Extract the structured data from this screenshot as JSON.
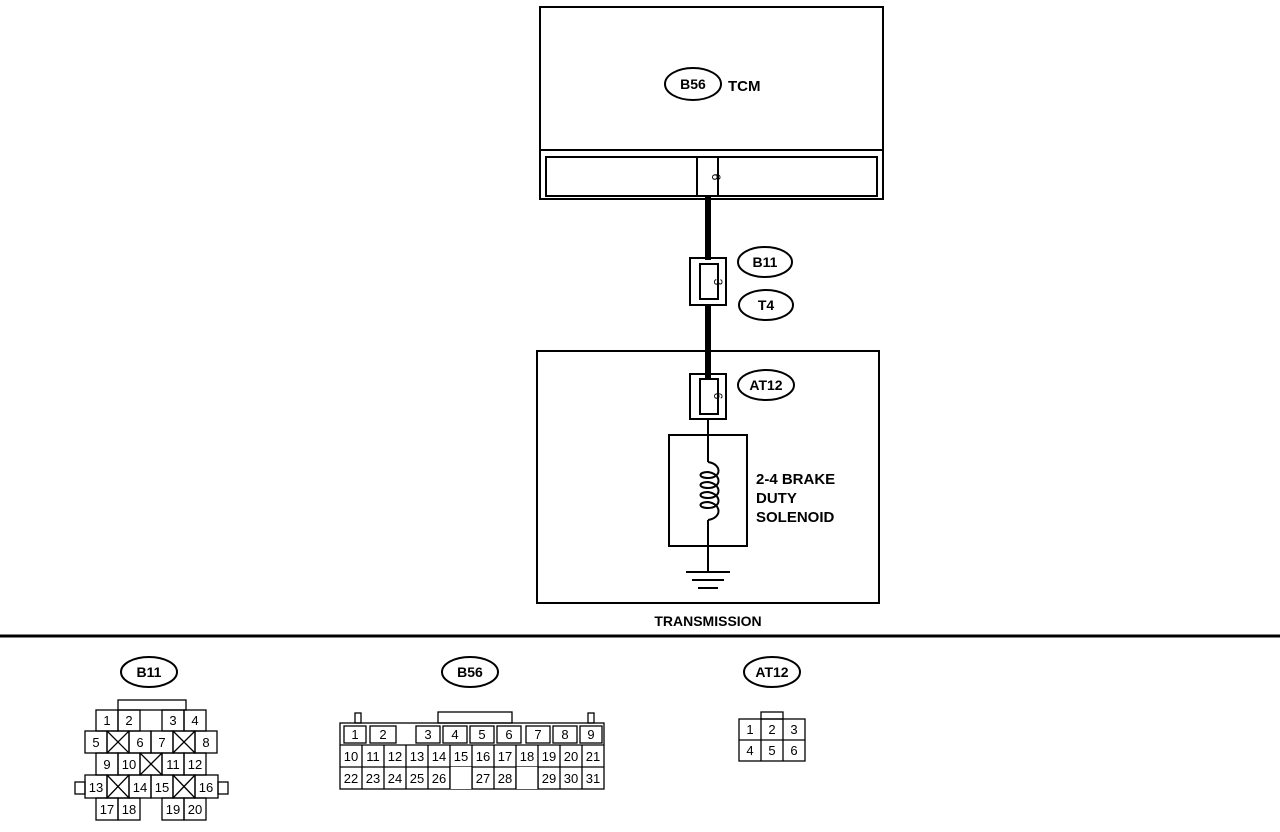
{
  "tcm": {
    "connector": "B56",
    "name": "TCM",
    "pin": "6"
  },
  "harness": {
    "connector_top": "B11",
    "connector_bottom": "T4",
    "pin": "3"
  },
  "solenoid": {
    "connector": "AT12",
    "pin": "6",
    "label_lines": [
      "2-4 BRAKE",
      "DUTY",
      "SOLENOID"
    ]
  },
  "transmission_label": "TRANSMISSION",
  "connector_views": {
    "b11": {
      "title": "B11",
      "rows": [
        [
          "1",
          "2",
          "3",
          "4"
        ],
        [
          "5",
          "6",
          "7",
          "8"
        ],
        [
          "9",
          "10",
          "11",
          "12"
        ],
        [
          "13",
          "14",
          "15",
          "16"
        ],
        [
          "17",
          "18",
          "19",
          "20"
        ]
      ]
    },
    "b56": {
      "title": "B56",
      "rows": [
        [
          "1",
          "2",
          "3",
          "4",
          "5",
          "6",
          "7",
          "8",
          "9"
        ],
        [
          "10",
          "11",
          "12",
          "13",
          "14",
          "15",
          "16",
          "17",
          "18",
          "19",
          "20",
          "21"
        ],
        [
          "22",
          "23",
          "24",
          "25",
          "26",
          "27",
          "28",
          "29",
          "30",
          "31"
        ]
      ]
    },
    "at12": {
      "title": "AT12",
      "rows": [
        [
          "1",
          "2",
          "3"
        ],
        [
          "4",
          "5",
          "6"
        ]
      ]
    }
  }
}
